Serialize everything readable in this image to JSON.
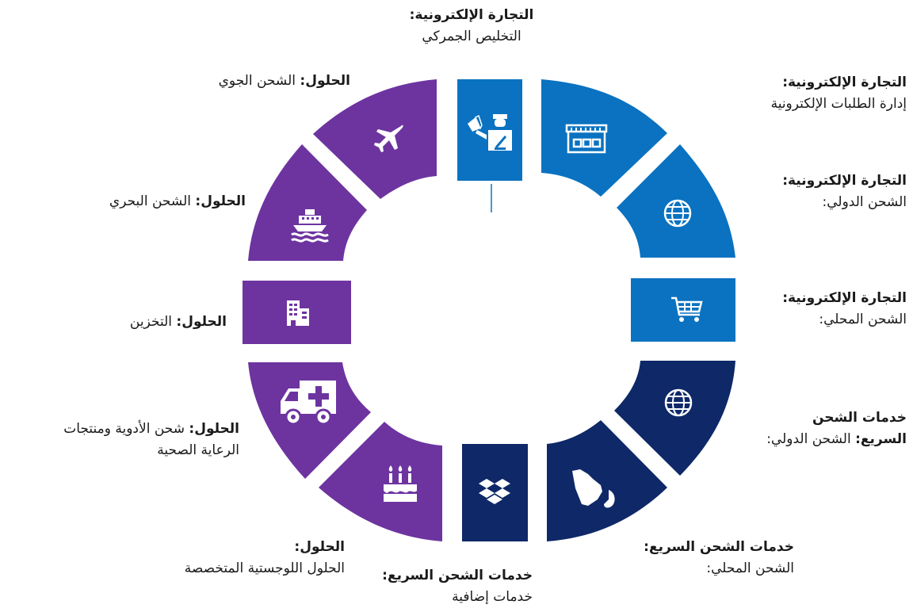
{
  "colors": {
    "ecommerce": "#0a72c0",
    "express": "#0e2868",
    "solutions": "#6d34a0",
    "icon": "#ffffff"
  },
  "segments": [
    {
      "id": "customs",
      "group": "ecommerce",
      "icon": "customs-officer-icon",
      "title": "التجارة الإلكترونية:",
      "sub": "التخليص الجمركي"
    },
    {
      "id": "eorders",
      "group": "ecommerce",
      "icon": "storefront-icon",
      "title": "التجارة الإلكترونية:",
      "sub": "إدارة الطلبات الإلكترونية"
    },
    {
      "id": "ecom-intl",
      "group": "ecommerce",
      "icon": "globe-icon",
      "title": "التجارة الإلكترونية:",
      "sub": "الشحن الدولي:"
    },
    {
      "id": "ecom-local",
      "group": "ecommerce",
      "icon": "shopping-cart-icon",
      "title": "التجارة الإلكترونية:",
      "sub": "الشحن المحلي:"
    },
    {
      "id": "express-intl",
      "group": "express",
      "icon": "globe-icon",
      "title": "خدمات الشحن",
      "sub_bold": "السريع:",
      "sub": "الشحن الدولي:"
    },
    {
      "id": "express-local",
      "group": "express",
      "icon": "saudi-map-icon",
      "title": "خدمات الشحن السريع:",
      "sub": "الشحن المحلي:"
    },
    {
      "id": "express-extra",
      "group": "express",
      "icon": "dropbox-icon",
      "title": "خدمات الشحن السريع:",
      "sub": "خدمات إضافية"
    },
    {
      "id": "specialized",
      "group": "solutions",
      "icon": "birthday-cake-icon",
      "title": "الحلول:",
      "sub": "الحلول اللوجستية المتخصصة"
    },
    {
      "id": "pharma",
      "group": "solutions",
      "icon": "ambulance-icon",
      "title": "الحلول:",
      "sub": "شحن الأدوية ومنتجات",
      "sub2": "الرعاية الصحية"
    },
    {
      "id": "storage",
      "group": "solutions",
      "icon": "building-icon",
      "title": "الحلول:",
      "sub": "التخزين"
    },
    {
      "id": "sea",
      "group": "solutions",
      "icon": "ship-icon",
      "title": "الحلول:",
      "sub": "الشحن البحري"
    },
    {
      "id": "air",
      "group": "solutions",
      "icon": "airplane-icon",
      "title": "الحلول:",
      "sub": "الشحن الجوي"
    }
  ]
}
